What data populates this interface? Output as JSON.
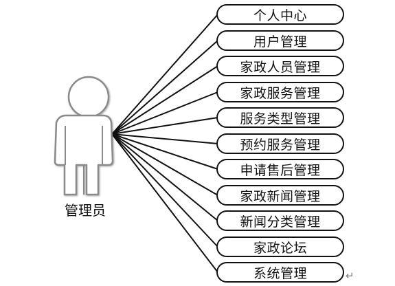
{
  "actor": {
    "label": "管理员",
    "icon": "person-outline-icon"
  },
  "use_cases": [
    {
      "id": "personal-center",
      "label": "个人中心"
    },
    {
      "id": "user-management",
      "label": "用户管理"
    },
    {
      "id": "housekeeper-management",
      "label": "家政人员管理"
    },
    {
      "id": "housekeeping-service-management",
      "label": "家政服务管理"
    },
    {
      "id": "service-type-management",
      "label": "服务类型管理"
    },
    {
      "id": "booking-service-management",
      "label": "预约服务管理"
    },
    {
      "id": "after-sales-management",
      "label": "申请售后管理"
    },
    {
      "id": "housekeeping-news-management",
      "label": "家政新闻管理"
    },
    {
      "id": "news-category-management",
      "label": "新闻分类管理"
    },
    {
      "id": "housekeeping-forum",
      "label": "家政论坛"
    },
    {
      "id": "system-management",
      "label": "系统管理"
    }
  ],
  "colors": {
    "stroke": "#111111",
    "actor_outline": "#8a8a8a",
    "actor_fill": "#ffffff"
  },
  "paragraph_mark": "↵"
}
